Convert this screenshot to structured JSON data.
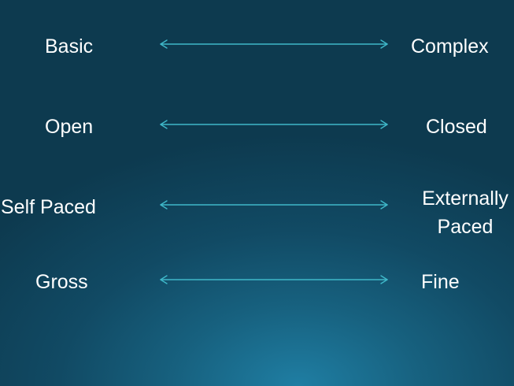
{
  "rows": [
    {
      "left": "Basic",
      "right": "Complex"
    },
    {
      "left": "Open",
      "right": "Closed"
    },
    {
      "left": "Self Paced",
      "right": "Externally Paced"
    },
    {
      "left": "Gross",
      "right": "Fine"
    }
  ],
  "colors": {
    "arrow": "#3fb8c9",
    "text": "#ffffff"
  }
}
